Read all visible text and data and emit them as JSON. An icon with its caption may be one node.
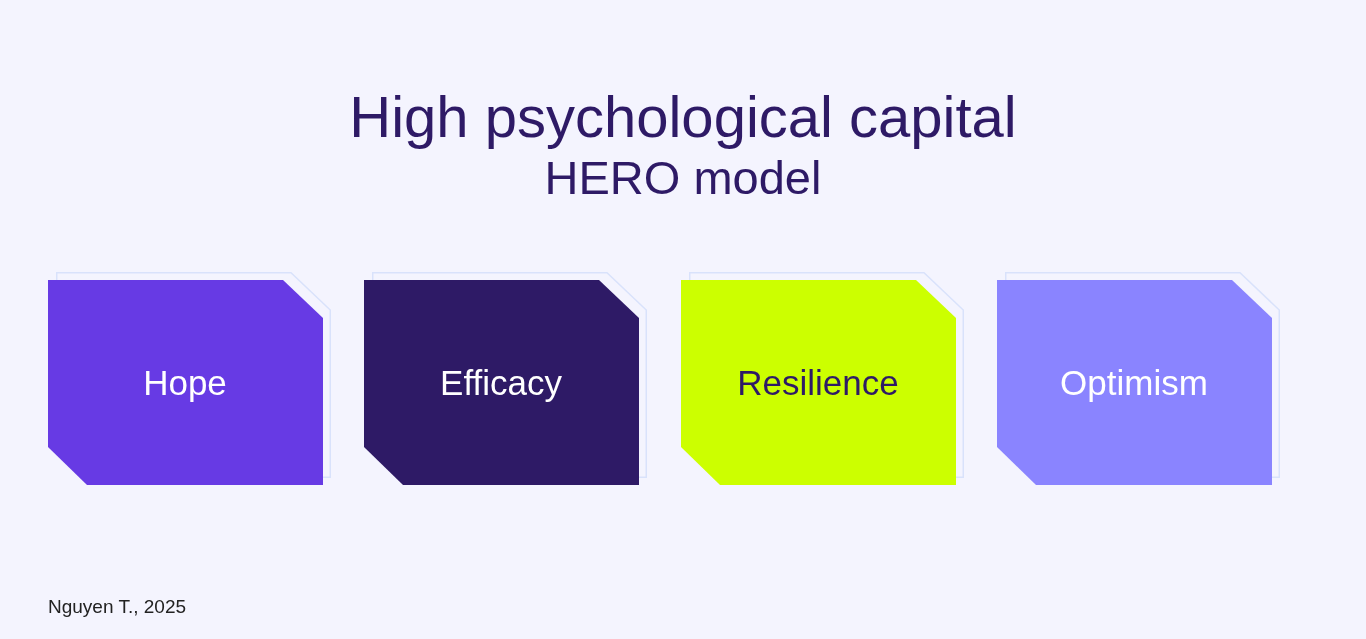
{
  "diagram": {
    "title": "High psychological capital",
    "nodes": [
      {
        "text": [
          "Hope"
        ]
      },
      {
        "text": [
          "Efficacy"
        ]
      },
      {
        "text": [
          "Resilience"
        ]
      },
      {
        "text": [
          "Optimism"
        ]
      }
    ],
    "labels": [
      "HERO model"
    ],
    "caption": "Nguyen T., 2025"
  }
}
